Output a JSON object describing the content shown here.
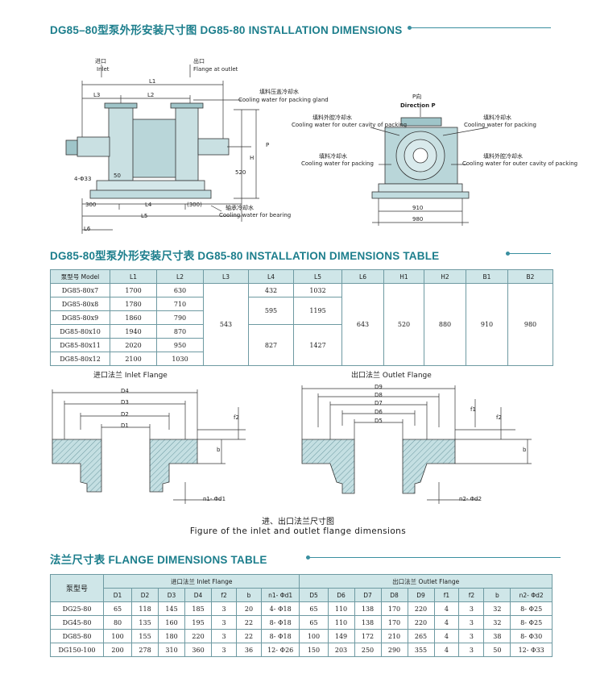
{
  "section1": {
    "title": "DG85–80型泵外形安装尺寸图   DG85-80 INSTALLATION DIMENSIONS"
  },
  "drawing1": {
    "inlet": {
      "cn": "进口",
      "en": "Inlet"
    },
    "outlet": {
      "cn": "出口",
      "en": "Flange at outlet"
    },
    "packing_gland": {
      "cn": "填料压盖冷却水",
      "en": "Cooling water for packing gland"
    },
    "bearing": {
      "cn": "轴承冷却水",
      "en": "Cooling water for bearing"
    },
    "dims": {
      "L1": "L1",
      "L2": "L2",
      "L3": "L3",
      "L4": "L4",
      "L5": "L5",
      "L6": "L6",
      "H": "H",
      "P": "P",
      "d300a": "300",
      "d300b": "(300)",
      "d50": "50",
      "d520": "520",
      "holes": "4-Φ33"
    }
  },
  "drawing2": {
    "direction": {
      "cn": "P向",
      "en": "Direction P"
    },
    "packing_cavity": {
      "cn": "填料外腔冷却水",
      "en": "Cooling water for outer cavity of packing"
    },
    "packing": {
      "cn": "填料冷却水",
      "en": "Cooling water for packing"
    },
    "packing2": {
      "cn": "填料冷却水",
      "en": "Cooling water for packing"
    },
    "packing_cavity2": {
      "cn": "填料外腔冷却水",
      "en": "Cooling water for outer cavity of packing"
    },
    "d910": "910",
    "d980": "980"
  },
  "section2": {
    "title": "DG85-80型泵外形安装尺寸表  DG85-80 INSTALLATION DIMENSIONS TABLE"
  },
  "install_table": {
    "headers": [
      "泵型号 Model",
      "L1",
      "L2",
      "L3",
      "L4",
      "L5",
      "L6",
      "H1",
      "H2",
      "B1",
      "B2"
    ],
    "rows": [
      {
        "model": "DG85-80x7",
        "L1": "1700",
        "L2": "630"
      },
      {
        "model": "DG85-80x8",
        "L1": "1780",
        "L2": "710"
      },
      {
        "model": "DG85-80x9",
        "L1": "1860",
        "L2": "790"
      },
      {
        "model": "DG85-80x10",
        "L1": "1940",
        "L2": "870"
      },
      {
        "model": "DG85-80x11",
        "L1": "2020",
        "L2": "950"
      },
      {
        "model": "DG85-80x12",
        "L1": "2100",
        "L2": "1030"
      }
    ],
    "L3": "543",
    "L4": [
      "432",
      "595",
      "827"
    ],
    "L5": [
      "1032",
      "1195",
      "1427"
    ],
    "L6": "643",
    "H1": "520",
    "H2": "880",
    "B1": "910",
    "B2": "980"
  },
  "flanges": {
    "inlet_title": {
      "cn": "进口法兰",
      "en": "Inlet Flange"
    },
    "outlet_title": {
      "cn": "出口法兰",
      "en": "Outlet Flange"
    },
    "inlet_dims": {
      "D4": "D4",
      "D3": "D3",
      "D2": "D2",
      "D1": "D1",
      "f2": "f2",
      "b": "b",
      "holes": "n1- Φd1"
    },
    "outlet_dims": {
      "D9": "D9",
      "D8": "D8",
      "D7": "D7",
      "D6": "D6",
      "D5": "D5",
      "f1": "f1",
      "f2": "f2",
      "b": "b",
      "holes": "n2- Φd2"
    },
    "caption_cn": "进、出口法兰尺寸图",
    "caption_en": "Figure of the inlet and outlet flange dimensions"
  },
  "section3": {
    "title": "法兰尺寸表 FLANGE DIMENSIONS TABLE"
  },
  "flange_table": {
    "model_header": "泵型号",
    "inlet_header": "进口法兰   Inlet Flange",
    "outlet_header": "出口法兰   Outlet Flange",
    "cols": [
      "D1",
      "D2",
      "D3",
      "D4",
      "f2",
      "b",
      "n1- Φd1",
      "D5",
      "D6",
      "D7",
      "D8",
      "D9",
      "f1",
      "f2",
      "b",
      "n2- Φd2"
    ],
    "rows": [
      {
        "model": "DG25-80",
        "values": [
          "65",
          "118",
          "145",
          "185",
          "3",
          "20",
          "4- Φ18",
          "65",
          "110",
          "138",
          "170",
          "220",
          "4",
          "3",
          "32",
          "8- Φ25"
        ]
      },
      {
        "model": "DG45-80",
        "values": [
          "80",
          "135",
          "160",
          "195",
          "3",
          "22",
          "8- Φ18",
          "65",
          "110",
          "138",
          "170",
          "220",
          "4",
          "3",
          "32",
          "8- Φ25"
        ]
      },
      {
        "model": "DG85-80",
        "values": [
          "100",
          "155",
          "180",
          "220",
          "3",
          "22",
          "8- Φ18",
          "100",
          "149",
          "172",
          "210",
          "265",
          "4",
          "3",
          "38",
          "8- Φ30"
        ]
      },
      {
        "model": "DG150-100",
        "values": [
          "200",
          "278",
          "310",
          "360",
          "3",
          "36",
          "12- Φ26",
          "150",
          "203",
          "250",
          "290",
          "355",
          "4",
          "3",
          "50",
          "12- Φ33"
        ]
      }
    ]
  },
  "colors": {
    "accent": "#1c7e8c",
    "rule": "#3a8fa0",
    "header_fill": "#cfe6e8",
    "drawing_fill": "#b9d6d9"
  }
}
